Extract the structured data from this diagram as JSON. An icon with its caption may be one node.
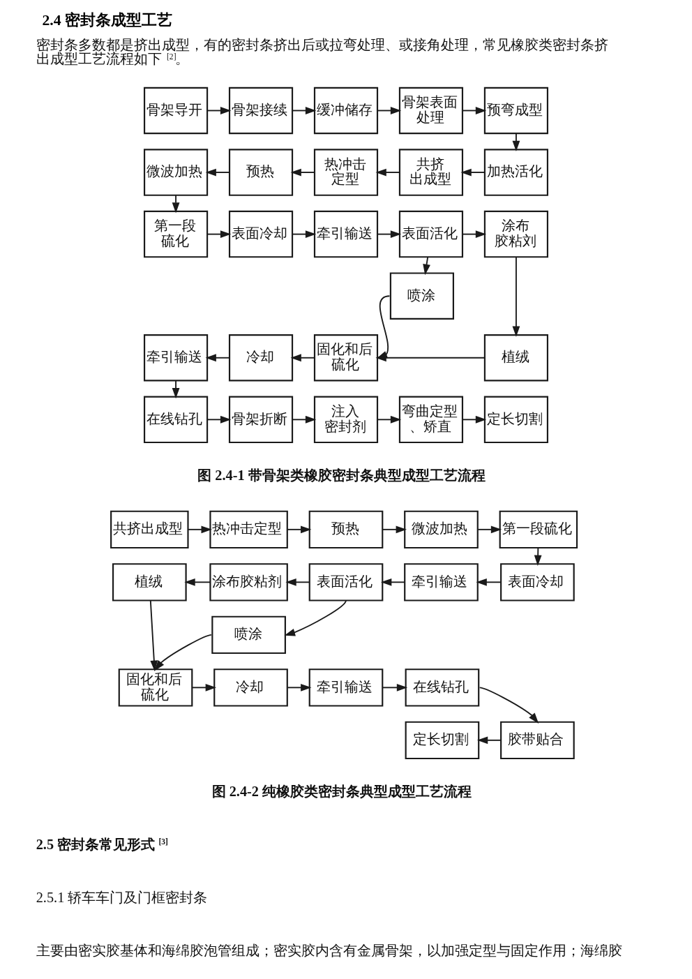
{
  "diagram": {
    "title": "2.4 密封条成型工艺",
    "nodes": [
      {
        "text": [
          "骨架导开"
        ]
      },
      {
        "text": [
          "骨架接续"
        ]
      },
      {
        "text": [
          "缓冲储存"
        ]
      },
      {
        "text": [
          "骨架表面处理"
        ]
      },
      {
        "text": [
          "预弯成型"
        ]
      },
      {
        "text": [
          "加热活化"
        ]
      },
      {
        "text": [
          "共挤出成型"
        ]
      },
      {
        "text": [
          "热冲击定型"
        ]
      },
      {
        "text": [
          "预热"
        ]
      },
      {
        "text": [
          "微波加热"
        ]
      },
      {
        "text": [
          "第一段硫化"
        ]
      },
      {
        "text": [
          "表面冷却"
        ]
      },
      {
        "text": [
          "牵引输送"
        ]
      },
      {
        "text": [
          "表面活化"
        ]
      },
      {
        "text": [
          "涂布胶粘刘"
        ]
      },
      {
        "text": [
          "喷涂"
        ]
      },
      {
        "text": [
          "植绒"
        ]
      },
      {
        "text": [
          "固化和后硫化"
        ]
      },
      {
        "text": [
          "冷却"
        ]
      },
      {
        "text": [
          "牵引输送"
        ]
      },
      {
        "text": [
          "在线钻孔"
        ]
      },
      {
        "text": [
          "骨架折断"
        ]
      },
      {
        "text": [
          "注入密封剂"
        ]
      },
      {
        "text": [
          "弯曲定型、矫直"
        ]
      },
      {
        "text": [
          "定长切割"
        ]
      },
      {
        "text": [
          "共挤出成型"
        ]
      },
      {
        "text": [
          "热冲击定型"
        ]
      },
      {
        "text": [
          "预热"
        ]
      },
      {
        "text": [
          "微波加热"
        ]
      },
      {
        "text": [
          "第一段硫化"
        ]
      },
      {
        "text": [
          "表面冷却"
        ]
      },
      {
        "text": [
          "牵引输送"
        ]
      },
      {
        "text": [
          "表面活化"
        ]
      },
      {
        "text": [
          "涂布胶粘剂"
        ]
      },
      {
        "text": [
          "植绒"
        ]
      },
      {
        "text": [
          "喷涂"
        ]
      },
      {
        "text": [
          "固化和后硫化"
        ]
      },
      {
        "text": [
          "冷却"
        ]
      },
      {
        "text": [
          "牵引输送"
        ]
      },
      {
        "text": [
          "在线钻孔"
        ]
      },
      {
        "text": [
          "胶带贴合"
        ]
      },
      {
        "text": [
          "定长切割"
        ]
      }
    ],
    "edges": [
      {
        "from": 0,
        "to": 1,
        "arrow": "to"
      },
      {
        "from": 1,
        "to": 2,
        "arrow": "to"
      },
      {
        "from": 2,
        "to": 3,
        "arrow": "to"
      },
      {
        "from": 3,
        "to": 4,
        "arrow": "to"
      },
      {
        "from": 4,
        "to": 5,
        "arrow": "to"
      },
      {
        "from": 5,
        "to": 6,
        "arrow": "to"
      },
      {
        "from": 6,
        "to": 7,
        "arrow": "to"
      },
      {
        "from": 7,
        "to": 8,
        "arrow": "to"
      },
      {
        "from": 8,
        "to": 9,
        "arrow": "to"
      },
      {
        "from": 9,
        "to": 10,
        "arrow": "to"
      },
      {
        "from": 10,
        "to": 11,
        "arrow": "to"
      },
      {
        "from": 11,
        "to": 12,
        "arrow": "to"
      },
      {
        "from": 12,
        "to": 13,
        "arrow": "to"
      },
      {
        "from": 13,
        "to": 14,
        "arrow": "to"
      },
      {
        "from": 13,
        "to": 15,
        "arrow": "to"
      },
      {
        "from": 14,
        "to": 16,
        "arrow": "to"
      },
      {
        "from": 15,
        "to": 17,
        "arrow": "to"
      },
      {
        "from": 16,
        "to": 17,
        "arrow": "to"
      },
      {
        "from": 17,
        "to": 18,
        "arrow": "to"
      },
      {
        "from": 18,
        "to": 19,
        "arrow": "to"
      },
      {
        "from": 19,
        "to": 20,
        "arrow": "to"
      },
      {
        "from": 20,
        "to": 21,
        "arrow": "to"
      },
      {
        "from": 21,
        "to": 22,
        "arrow": "to"
      },
      {
        "from": 22,
        "to": 23,
        "arrow": "to"
      },
      {
        "from": 23,
        "to": 24,
        "arrow": "to"
      },
      {
        "from": 25,
        "to": 26,
        "arrow": "to"
      },
      {
        "from": 26,
        "to": 27,
        "arrow": "to"
      },
      {
        "from": 27,
        "to": 28,
        "arrow": "to"
      },
      {
        "from": 28,
        "to": 29,
        "arrow": "to"
      },
      {
        "from": 29,
        "to": 30,
        "arrow": "to"
      },
      {
        "from": 30,
        "to": 31,
        "arrow": "to"
      },
      {
        "from": 31,
        "to": 32,
        "arrow": "to"
      },
      {
        "from": 32,
        "to": 33,
        "arrow": "to"
      },
      {
        "from": 33,
        "to": 34,
        "arrow": "to"
      },
      {
        "from": 32,
        "to": 35,
        "arrow": "to"
      },
      {
        "from": 34,
        "to": 36,
        "arrow": "to"
      },
      {
        "from": 35,
        "to": 36,
        "arrow": "to"
      },
      {
        "from": 36,
        "to": 37,
        "arrow": "to"
      },
      {
        "from": 37,
        "to": 38,
        "arrow": "to"
      },
      {
        "from": 38,
        "to": 39,
        "arrow": "to"
      },
      {
        "from": 39,
        "to": 40,
        "arrow": "to"
      },
      {
        "from": 40,
        "to": 41,
        "arrow": "to"
      }
    ],
    "labels": [
      "密封条多数都是挤出成型，有的密封条挤出后或拉弯处理、或接角处理，常见橡胶类密封条挤出成型工艺流程如下$^{[2]}$。",
      "图 2.4-1 带骨架类橡胶密封条典型成型工艺流程",
      "图 2.4-2 纯橡胶类密封条典型成型工艺流程",
      "2.5 密封条常见形式$^{[3]}$",
      "2.5.1 轿车车门及门框密封条",
      "主要由密实胶基体和海绵胶泡管组成；密实胶内含有金属骨架，以加强定型与固定作用；海绵胶"
    ]
  }
}
